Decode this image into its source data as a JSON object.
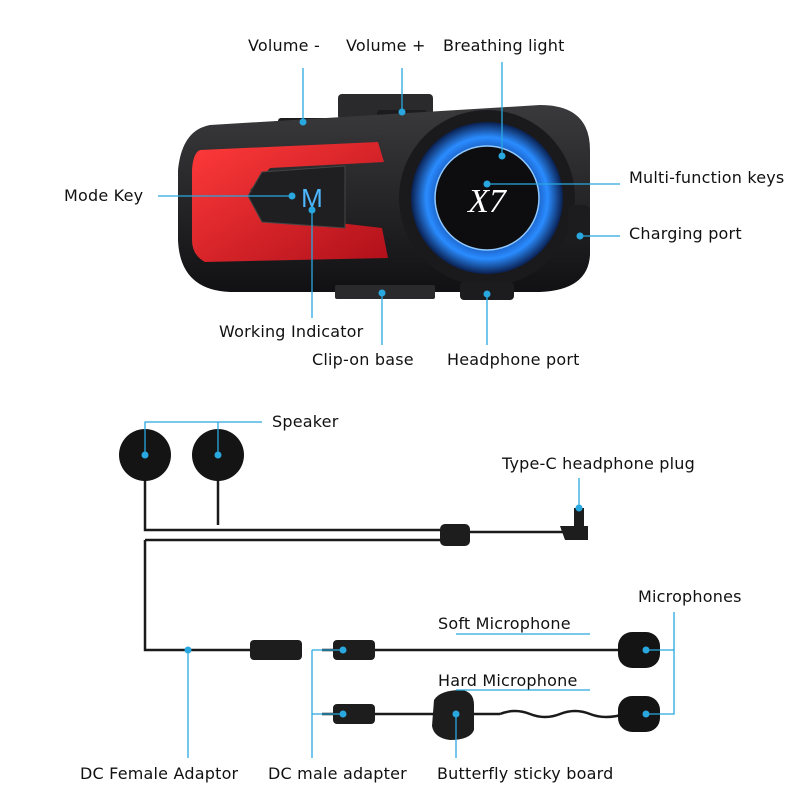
{
  "device": {
    "logo_text": "X7",
    "mode_key_glyph": "M",
    "accent_color": "#e8202a",
    "glow_color": "#1e8cff",
    "pointer_color": "#29a8e0"
  },
  "labels": {
    "volume_minus": "Volume -",
    "volume_plus": "Volume +",
    "breathing_light": "Breathing light",
    "multi_function_keys": "Multi-function keys",
    "mode_key": "Mode Key",
    "charging_port": "Charging port",
    "working_indicator": "Working Indicator",
    "clip_on_base": "Clip-on base",
    "headphone_port": "Headphone port",
    "speaker": "Speaker",
    "type_c_plug": "Type-C headphone plug",
    "microphones": "Microphones",
    "soft_microphone": "Soft Microphone",
    "hard_microphone": "Hard Microphone",
    "dc_female_adaptor": "DC Female Adaptor",
    "dc_male_adapter": "DC male adapter",
    "butterfly_sticky_board": "Butterfly sticky board"
  }
}
